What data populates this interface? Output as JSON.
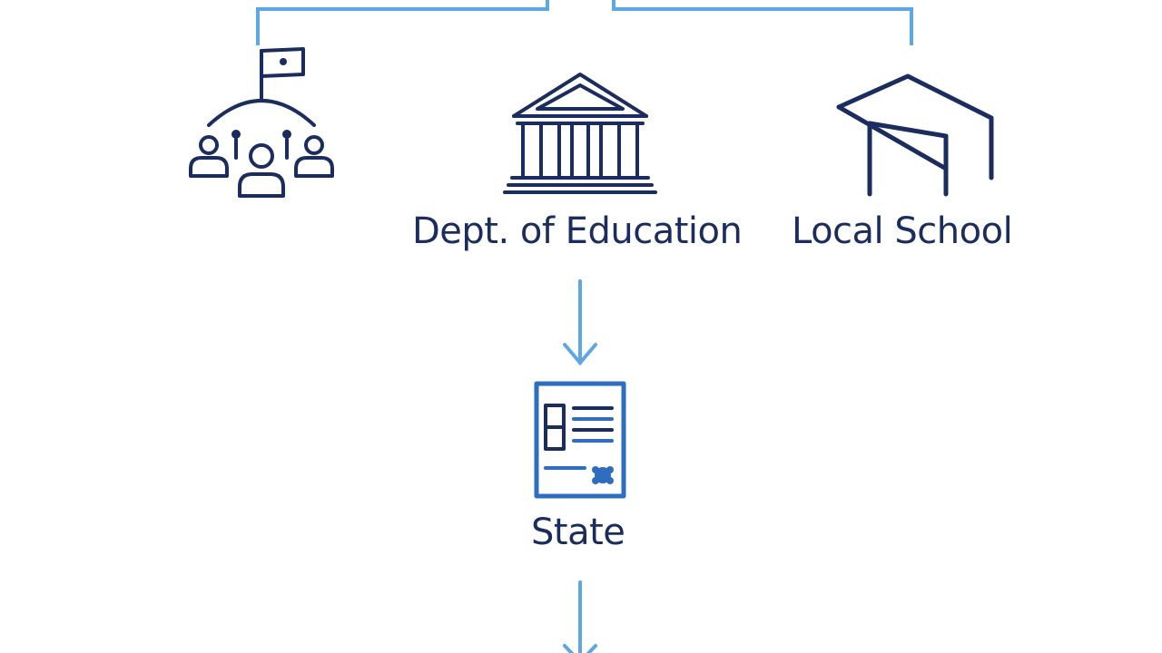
{
  "diagram": {
    "nodes": [
      {
        "id": "community",
        "label": "",
        "icon": "community-group-icon"
      },
      {
        "id": "dept",
        "label": "Dept. of Education",
        "icon": "government-building-icon"
      },
      {
        "id": "local",
        "label": "Local School",
        "icon": "school-building-icon"
      },
      {
        "id": "state",
        "label": "State",
        "icon": "document-certificate-icon"
      }
    ],
    "edges": [
      {
        "from": "dept",
        "to": "state"
      }
    ]
  },
  "colors": {
    "connector": "#5ea7e6",
    "icon_dark": "#1b2d5e",
    "icon_accent": "#2f6dc0",
    "label": "#1b2d5e"
  }
}
